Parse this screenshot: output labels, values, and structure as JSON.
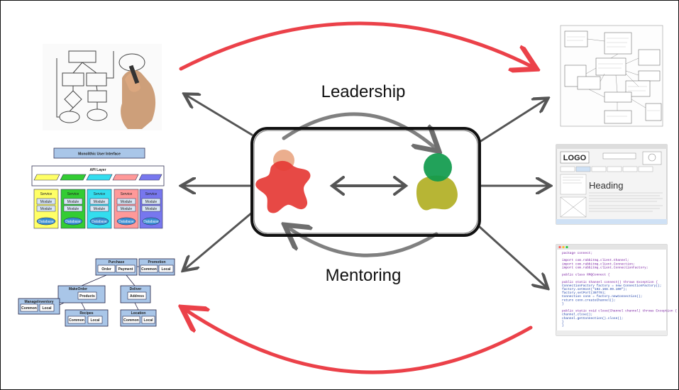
{
  "labels": {
    "top": "Leadership",
    "bottom": "Mentoring"
  },
  "arch": {
    "title": "Monolithic User Interface",
    "api": "API Layer",
    "service": "Service",
    "module": "Module",
    "database": "Database"
  },
  "tree": {
    "purchase": "Purchase",
    "order": "Order",
    "payment": "Payment",
    "promotion": "Promotion",
    "common": "Common",
    "local": "Local",
    "makeorder": "MakeOrder",
    "products": "Products",
    "deliver": "Deliver",
    "address": "Address",
    "management": "ManageInventory",
    "recipes": "Recipes",
    "location": "Location"
  },
  "wireframe": {
    "logo": "LOGO",
    "heading": "Heading"
  },
  "code": {
    "lines": [
      "package connect;",
      "",
      "import com.rabbitmq.client.Channel;",
      "import com.rabbitmq.client.Connection;",
      "import com.rabbitmq.client.ConnectionFactory;",
      "",
      "public class RMQConnect {",
      "",
      "  public static Channel connect() throws Exception {",
      "    ConnectionFactory factory = new ConnectionFactory();",
      "    factory.setHost(\"192.168.99.100\");",
      "    factory.setPort(30770);",
      "    Connection conn = factory.newConnection();",
      "    return conn.createChannel();",
      "  }",
      "",
      "  public static void close(Channel channel) throws Exception {",
      "    channel.close();",
      "    channel.getConnection().close();",
      "  }",
      "}"
    ]
  },
  "colors": {
    "red": "#e8202a",
    "arrow": "#555555",
    "red_person": "#e53935",
    "green_head": "#0f9a4c",
    "olive_body": "#b3b12a"
  }
}
